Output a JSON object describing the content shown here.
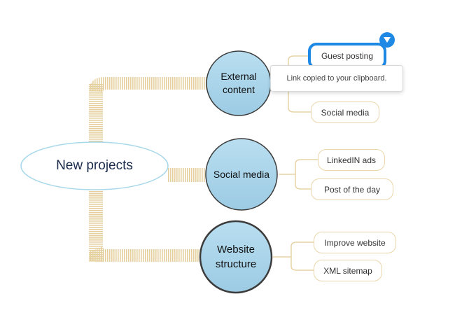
{
  "root": {
    "label": "New projects"
  },
  "branches": [
    {
      "label_lines": [
        "External",
        "content"
      ],
      "children": [
        "Guest posting",
        "",
        "Social media"
      ]
    },
    {
      "label_lines": [
        "Social media"
      ],
      "children": [
        "LinkedIN ads",
        "Post of the day"
      ]
    },
    {
      "label_lines": [
        "Website",
        "structure"
      ],
      "children": [
        "Improve website",
        "XML sitemap"
      ]
    }
  ],
  "tooltip": {
    "text": "Link copied to your clipboard."
  },
  "colors": {
    "circle_fill": "#a9d4ea",
    "circle_stroke": "#3c3c3c",
    "connector": "#e7d3a6",
    "selection": "#1e88e5",
    "root_stroke": "#a8d8ea"
  }
}
